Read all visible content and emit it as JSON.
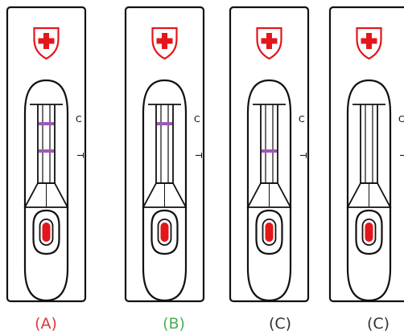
{
  "cassettes": [
    {
      "caption": "(A)",
      "caption_color": "#d83a3a",
      "c_line": true,
      "t_line": true,
      "c_label": "C",
      "t_label": "T"
    },
    {
      "caption": "(B)",
      "caption_color": "#4caf50",
      "c_line": true,
      "t_line": false,
      "c_label": "C",
      "t_label": "T"
    },
    {
      "caption": "(C)",
      "caption_color": "#333333",
      "c_line": false,
      "t_line": true,
      "c_label": "C",
      "t_label": "T"
    },
    {
      "caption": "(C)",
      "caption_color": "#333333",
      "c_line": false,
      "t_line": false,
      "c_label": "C",
      "t_label": "T"
    }
  ],
  "colors": {
    "line_mark": "#9b59b6",
    "sample_well": "#e3171b",
    "shield_cross": "#e3171b"
  },
  "icons": {
    "logo": "red-cross-shield-icon"
  }
}
